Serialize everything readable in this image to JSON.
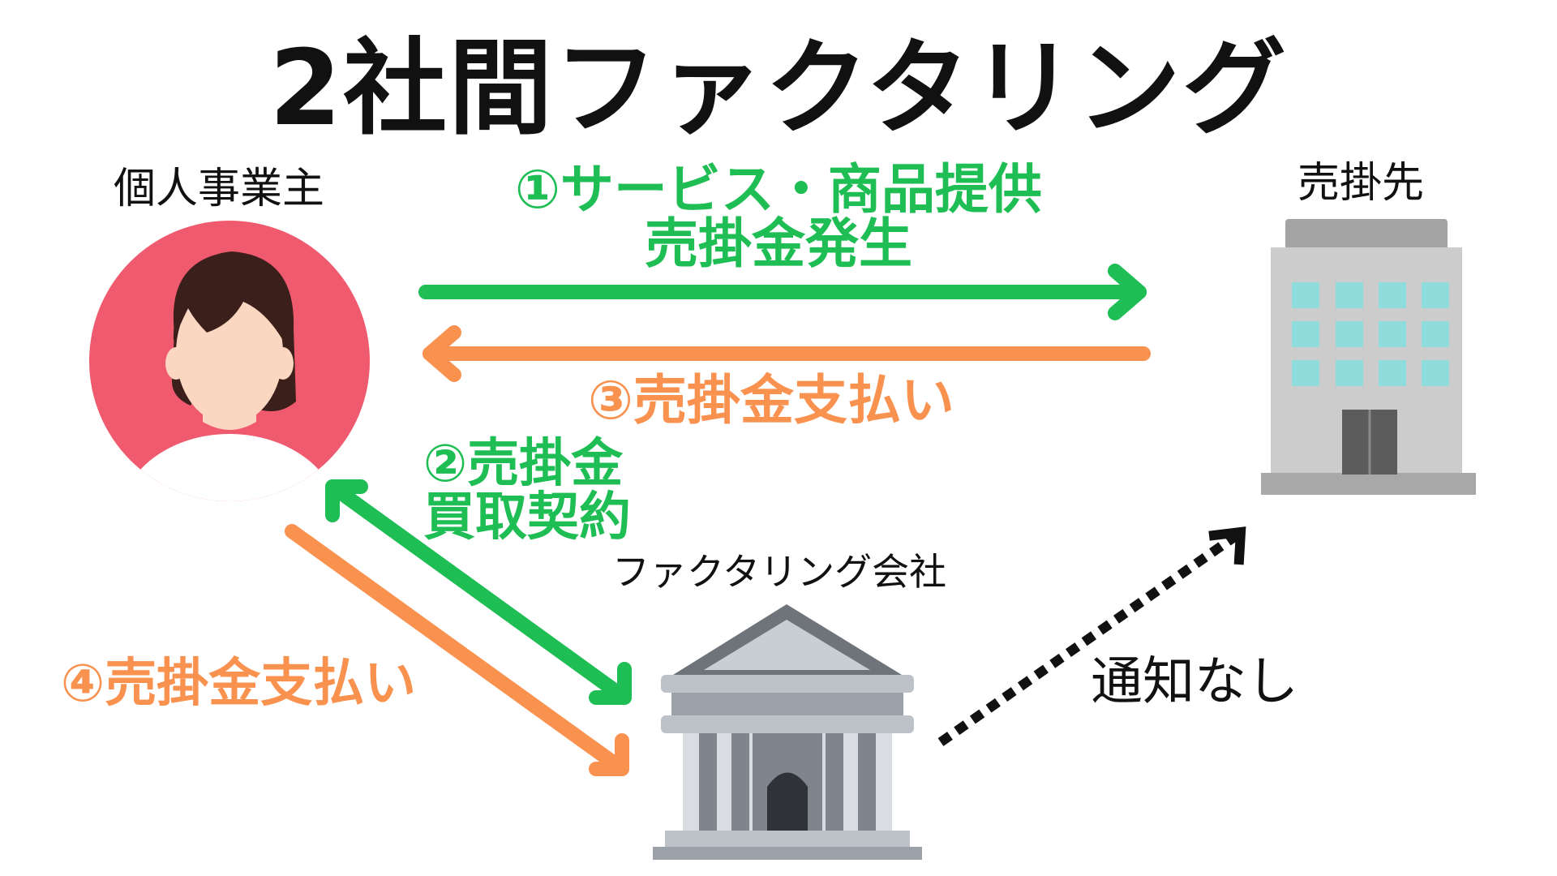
{
  "title": "2社間ファクタリング",
  "nodes": {
    "individual": {
      "label": "個人事業主",
      "icon": "person-avatar-icon"
    },
    "client": {
      "label": "売掛先",
      "icon": "office-building-icon"
    },
    "factoring_company": {
      "label": "ファクタリング会社",
      "icon": "bank-building-icon"
    }
  },
  "edges": [
    {
      "id": "step1",
      "from": "individual",
      "to": "client",
      "lines": [
        "①サービス・商品提供",
        "売掛金発生"
      ],
      "color": "#1fbe55"
    },
    {
      "id": "step3",
      "from": "client",
      "to": "individual",
      "lines": [
        "③売掛金支払い"
      ],
      "color": "#f9914f"
    },
    {
      "id": "step2",
      "from": "individual",
      "to": "factoring_company",
      "bidirectional": true,
      "lines": [
        "②売掛金",
        "買取契約"
      ],
      "color": "#1fbe55"
    },
    {
      "id": "step4",
      "from": "individual",
      "to": "factoring_company",
      "lines": [
        "④売掛金支払い"
      ],
      "color": "#f9914f"
    },
    {
      "id": "notice",
      "from": "factoring_company",
      "to": "client",
      "style": "dotted",
      "lines": [
        "通知なし"
      ],
      "color": "#111111"
    }
  ],
  "colors": {
    "avatar_bg": "#f05a6e",
    "skin": "#fbd7c2",
    "hair": "#3a1f1a",
    "building_gray": "#cccccc",
    "window_teal": "#8fdcdc",
    "bank_gray": "#bcc2c8",
    "bank_dark": "#6f747b"
  }
}
